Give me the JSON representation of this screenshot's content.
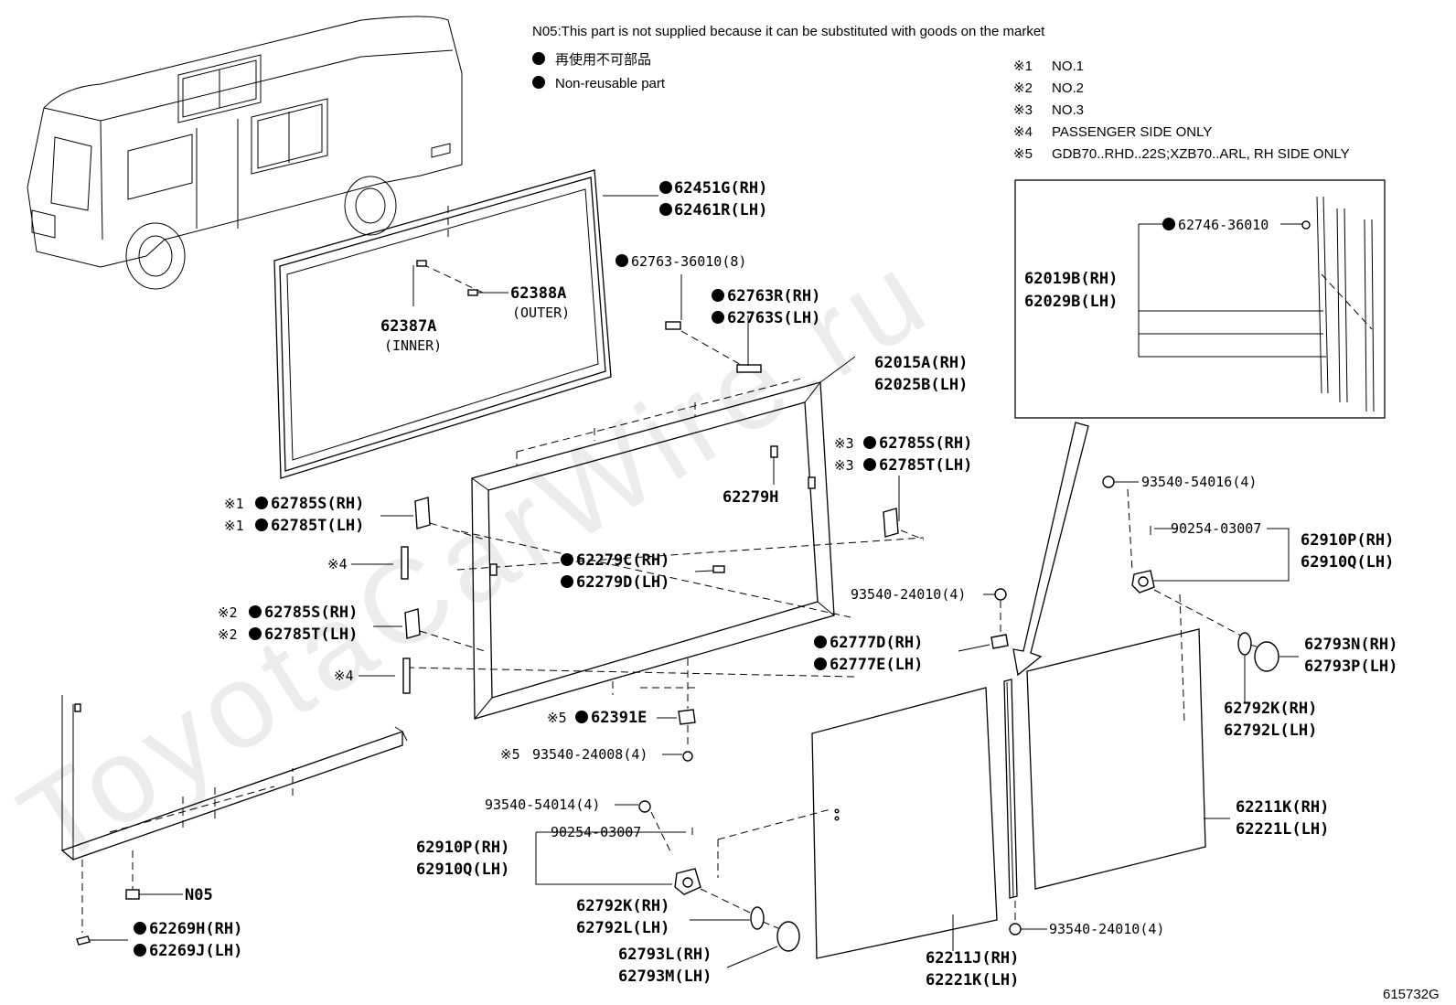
{
  "notes": {
    "n05": "N05:This part is not supplied because it can be substituted with goods on the market",
    "non_reusable_jp": "再使用不可部品",
    "non_reusable_en": "Non-reusable part",
    "refs": [
      {
        "mark": "※1",
        "text": "NO.1"
      },
      {
        "mark": "※2",
        "text": "NO.2"
      },
      {
        "mark": "※3",
        "text": "NO.3"
      },
      {
        "mark": "※4",
        "text": "PASSENGER SIDE ONLY"
      },
      {
        "mark": "※5",
        "text": "GDB70..RHD..22S;XZB70..ARL, RH SIDE ONLY"
      }
    ]
  },
  "watermark": "ToyotaCarWire.ru",
  "figure_number": "615732G",
  "labels": {
    "p62451G": "62451G(RH)",
    "p62461R": "62461R(LH)",
    "p62388A": "62388A",
    "outer": "(OUTER)",
    "p62387A": "62387A",
    "inner": "(INNER)",
    "p62763_36010": "62763-36010(8)",
    "p62763R": "62763R(RH)",
    "p62763S": "62763S(LH)",
    "p62015A": "62015A(RH)",
    "p62025B": "62025B(LH)",
    "m3": "※3",
    "p62785S_3": "62785S(RH)",
    "p62785T_3": "62785T(LH)",
    "p62279H": "62279H",
    "m1": "※1",
    "p62785S_1": "62785S(RH)",
    "p62785T_1": "62785T(LH)",
    "m4a": "※4",
    "p62279C": "62279C(RH)",
    "p62279D": "62279D(LH)",
    "m2": "※2",
    "p62785S_2": "62785S(RH)",
    "p62785T_2": "62785T(LH)",
    "m4b": "※4",
    "m5a": "※5",
    "p62391E": "62391E",
    "m5b": "※5",
    "p93540_24008": "93540-24008(4)",
    "p93540_24010a": "93540-24010(4)",
    "p62777D": "62777D(RH)",
    "p62777E": "62777E(LH)",
    "p62746": "62746-36010",
    "p62019B": "62019B(RH)",
    "p62029B": "62029B(LH)",
    "p93540_54016": "93540-54016(4)",
    "p90254_a": "90254-03007",
    "p62910P_a": "62910P(RH)",
    "p62910Q_a": "62910Q(LH)",
    "p62793N": "62793N(RH)",
    "p62793P": "62793P(LH)",
    "p62792K_a": "62792K(RH)",
    "p62792L_a": "62792L(LH)",
    "p62211K": "62211K(RH)",
    "p62221L": "62221L(LH)",
    "p93540_24010b": "93540-24010(4)",
    "p62211J": "62211J(RH)",
    "p62221K": "62221K(LH)",
    "p93540_54014": "93540-54014(4)",
    "p90254_b": "90254-03007",
    "p62910P_b": "62910P(RH)",
    "p62910Q_b": "62910Q(LH)",
    "p62792K_b": "62792K(RH)",
    "p62792L_b": "62792L(LH)",
    "p62793L": "62793L(RH)",
    "p62793M": "62793M(LH)",
    "n05_tag": "N05",
    "p62269H": "62269H(RH)",
    "p62269J": "62269J(LH)"
  }
}
